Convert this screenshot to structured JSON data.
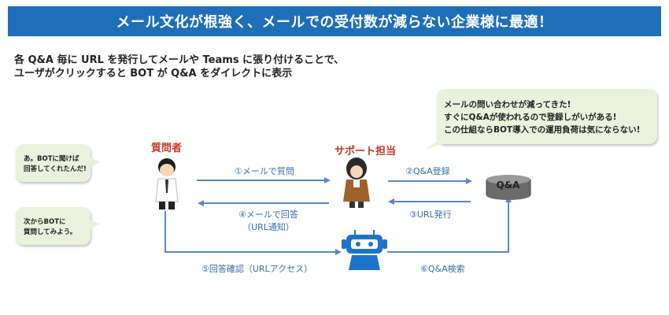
{
  "banner": {
    "title": "メール文化が根強く、メールでの受付数が減らない企業様に最適！"
  },
  "intro": {
    "line1": "各 Q&A 毎に URL を発行してメールや Teams に張り付けることで、",
    "line2": "ユーザがクリックすると BOT が Q&A をダイレクトに表示"
  },
  "bubbles": {
    "user_top": [
      "あ。BOTに聞けば",
      "回答してくれたんだ!"
    ],
    "user_bottom": [
      "次からBOTに",
      "質問してみよう。"
    ],
    "support": [
      "メールの問い合わせが減ってきた!",
      "すぐにQ&Aが使われるので登録しがいがある!",
      "この仕組ならBOT導入での運用負荷は気にならない!"
    ]
  },
  "roles": {
    "questioner": "質問者",
    "support": "サポート担当"
  },
  "database": {
    "label": "Q&A"
  },
  "steps": {
    "s1": "①メールで質問",
    "s2": "②Q&A登録",
    "s3": "③URL発行",
    "s4a": "④メールで回答",
    "s4b": "（URL通知）",
    "s5": "⑤回答確認（URLアクセス）",
    "s6": "⑥Q&A検索"
  },
  "colors": {
    "banner": "#1f6eb8",
    "arrow": "#5b86c4",
    "bubble": "#ebf2dc",
    "role": "#c0392b",
    "label": "#3a6ea5"
  }
}
